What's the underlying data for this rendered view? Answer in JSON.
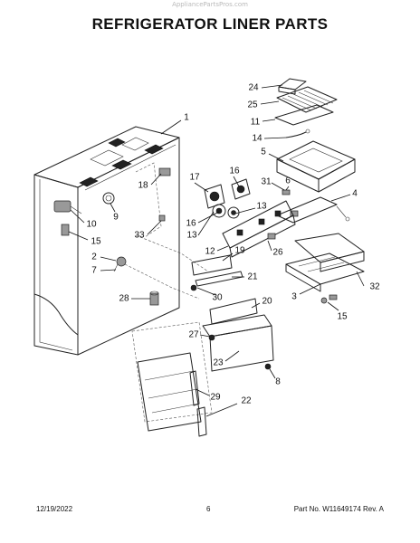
{
  "watermark": "AppliancePartsPros.com",
  "title": "REFRIGERATOR LINER PARTS",
  "footer": {
    "date": "12/19/2022",
    "page": "6",
    "part_info": "Part No. W11649174  Rev. A"
  },
  "callouts": [
    "1",
    "2",
    "3",
    "4",
    "5",
    "6",
    "7",
    "8",
    "9",
    "10",
    "11",
    "12",
    "13",
    "14",
    "15",
    "16",
    "17",
    "18",
    "19",
    "20",
    "21",
    "22",
    "23",
    "24",
    "25",
    "26",
    "27",
    "28",
    "29",
    "30",
    "31",
    "32",
    "33"
  ]
}
